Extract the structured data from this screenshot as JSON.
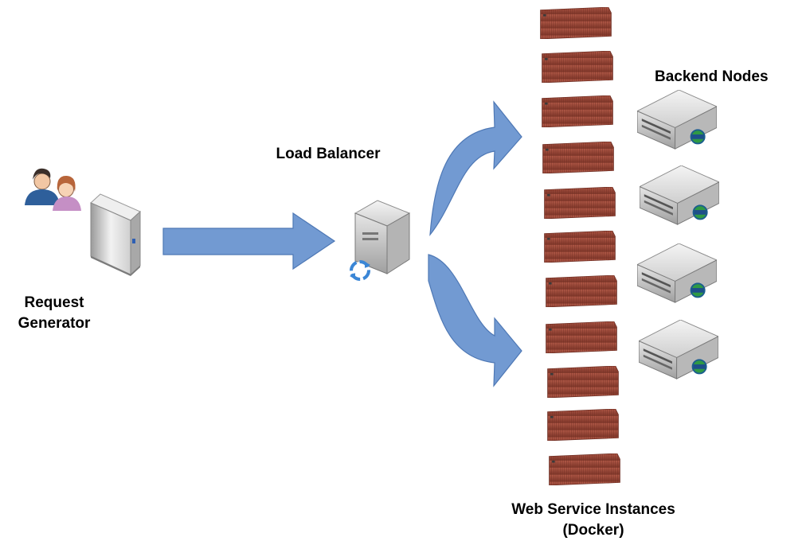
{
  "labels": {
    "request_generator_line1": "Request",
    "request_generator_line2": "Generator",
    "load_balancer": "Load Balancer",
    "backend_nodes": "Backend Nodes",
    "web_service_line1": "Web Service Instances",
    "web_service_line2": "(Docker)"
  },
  "nodes": {
    "users": {
      "icon": "users-icon"
    },
    "request_generator": {
      "icon": "tower-server-icon"
    },
    "load_balancer": {
      "icon": "server-sync-icon"
    },
    "containers": {
      "icon": "docker-container-icon",
      "count": 11,
      "color": "#9c4a3b"
    },
    "backend_nodes": {
      "icon": "web-server-icon",
      "count": 4
    }
  },
  "edges": [
    {
      "from": "request_generator",
      "to": "load_balancer",
      "style": "straight-arrow"
    },
    {
      "from": "load_balancer",
      "to": "containers",
      "style": "curved-arrow-up"
    },
    {
      "from": "load_balancer",
      "to": "containers",
      "style": "curved-arrow-down"
    }
  ],
  "colors": {
    "arrow_fill": "#729ad2",
    "arrow_stroke": "#4e78b5",
    "container": "#9c4a3b",
    "server_body": "#d9d9d9"
  }
}
